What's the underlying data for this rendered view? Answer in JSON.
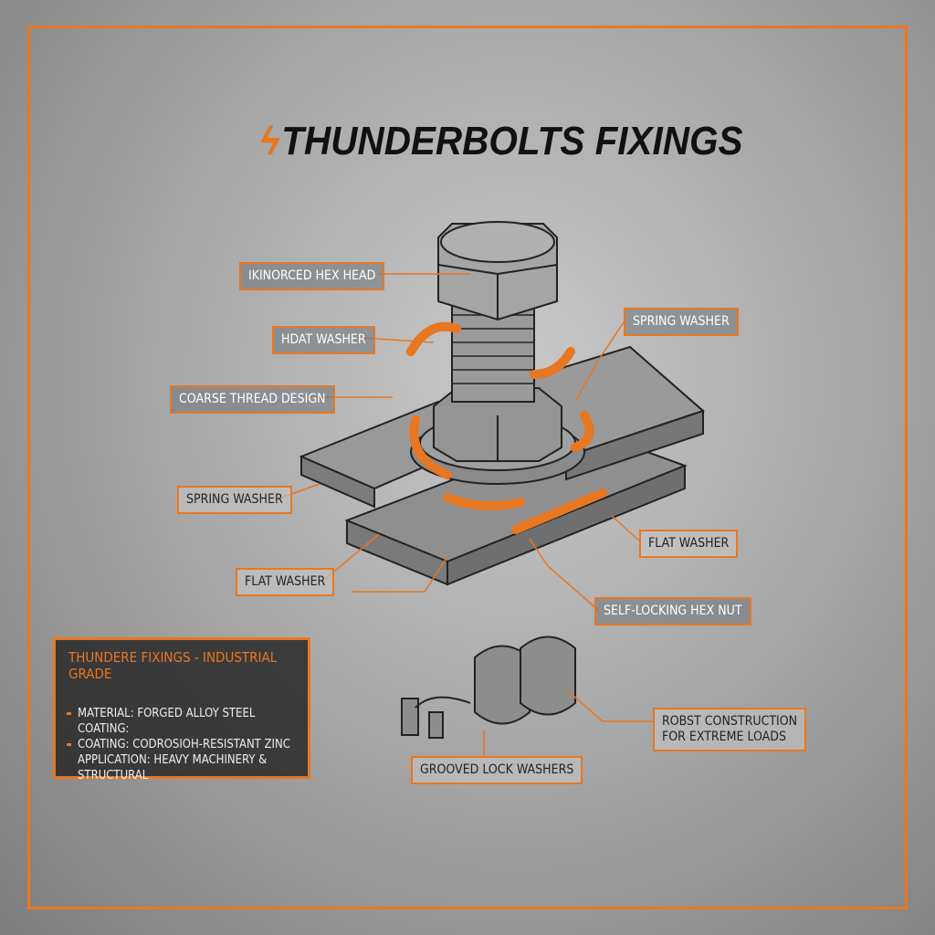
{
  "title": "THUNDERBOLTS FIXINGS",
  "accent": "#e87722",
  "labels": {
    "hex_head": "IKINORCED HEX HEAD",
    "flat_washer_top": "HDAT WASHER",
    "coarse_thread": "COARSE THREAD DESIGN",
    "spring_washer_right": "SPRING WASHER",
    "spring_washer_left": "SPRING WASHER",
    "flat_washer_right": "FLAT WASHER",
    "flat_washer_left": "FLAT WASHER",
    "self_locking_nut": "SELF-LOCKING HEX NUT",
    "robust": "ROBST CONSTRUCTION\nFOR EXTREME LOADS",
    "grooved": "GROOVED LOCK WASHERS"
  },
  "info": {
    "heading": "THUNDERE FIXINGS - INDUSTRIAL GRADE",
    "items": [
      "MATERIAL: FORGED ALLOY STEEL\nCOATING:",
      "COATING: CODROSIOH-RESISTANT ZINC\nAPPLICATION: HEAVY MACHINERY & STRUCTURAL"
    ]
  }
}
